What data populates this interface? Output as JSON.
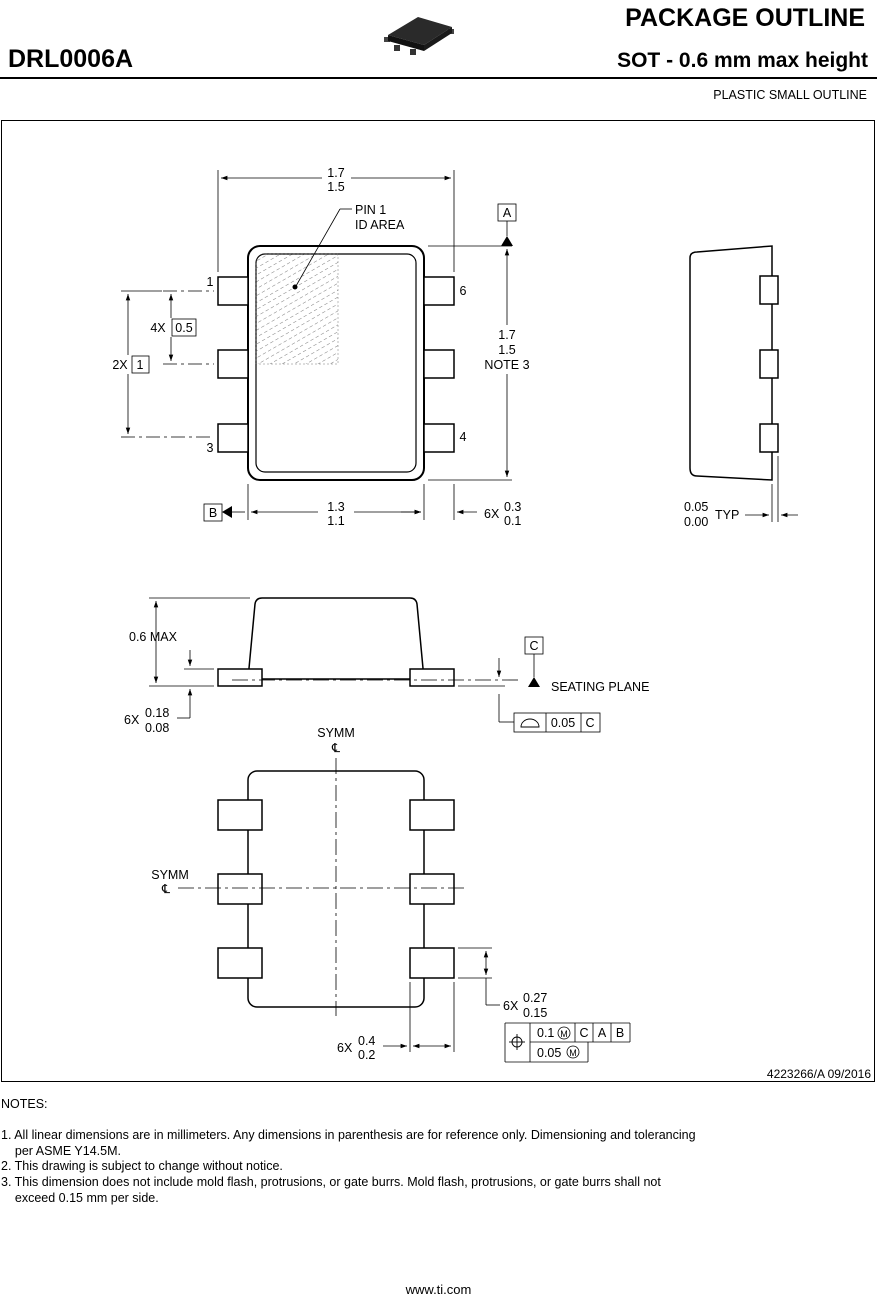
{
  "header": {
    "part_number": "DRL0006A",
    "title": "PACKAGE OUTLINE",
    "subtitle": "SOT - 0.6 mm max height",
    "package_type": "PLASTIC SMALL OUTLINE"
  },
  "drawing": {
    "top_view": {
      "pin1_label_a": "PIN 1",
      "pin1_label_b": "ID AREA",
      "width_max": "1.7",
      "width_min": "1.5",
      "datum_a": "A",
      "length_max": "1.7",
      "length_min": "1.5",
      "length_note": "NOTE 3",
      "pin_1": "1",
      "pin_3": "3",
      "pin_4": "4",
      "pin_6": "6",
      "pitch_count": "4X",
      "pitch_value": "0.5",
      "span_count": "2X",
      "span_value": "1",
      "datum_b": "B",
      "body_width_max": "1.3",
      "body_width_min": "1.1",
      "lead_width_count": "6X",
      "lead_width_max": "0.3",
      "lead_width_min": "0.1"
    },
    "side_view": {
      "standoff_max": "0.05",
      "standoff_min": "0.00",
      "standoff_typ": "TYP"
    },
    "front_view": {
      "height": "0.6 MAX",
      "datum_c": "C",
      "seating_plane": "SEATING PLANE",
      "lead_thk_count": "6X",
      "lead_thk_max": "0.18",
      "lead_thk_min": "0.08",
      "flatness_value": "0.05",
      "flatness_datum": "C"
    },
    "bottom_view": {
      "symm_top": "SYMM",
      "symm_left": "SYMM",
      "centerline_symbol": "℄",
      "lead_w_count": "6X",
      "lead_w_max": "0.27",
      "lead_w_min": "0.15",
      "lead_len_count": "6X",
      "lead_len_max": "0.4",
      "lead_len_min": "0.2",
      "tol_position_value": "0.1",
      "tol_position_datums": [
        "C",
        "A",
        "B"
      ],
      "tol_second_value": "0.05",
      "mmc_symbol": "M"
    }
  },
  "doc_number": "4223266/A   09/2016",
  "notes": {
    "heading": "NOTES:",
    "items": [
      "1. All linear dimensions are in millimeters. Any dimensions in parenthesis are for reference only. Dimensioning and tolerancing\n    per ASME Y14.5M.",
      "2. This drawing is subject to change without notice.",
      "3. This dimension does not include mold flash, protrusions, or gate burrs. Mold flash, protrusions, or gate burrs shall not\n    exceed 0.15 mm per side."
    ]
  },
  "footer": {
    "url": "www.ti.com"
  }
}
